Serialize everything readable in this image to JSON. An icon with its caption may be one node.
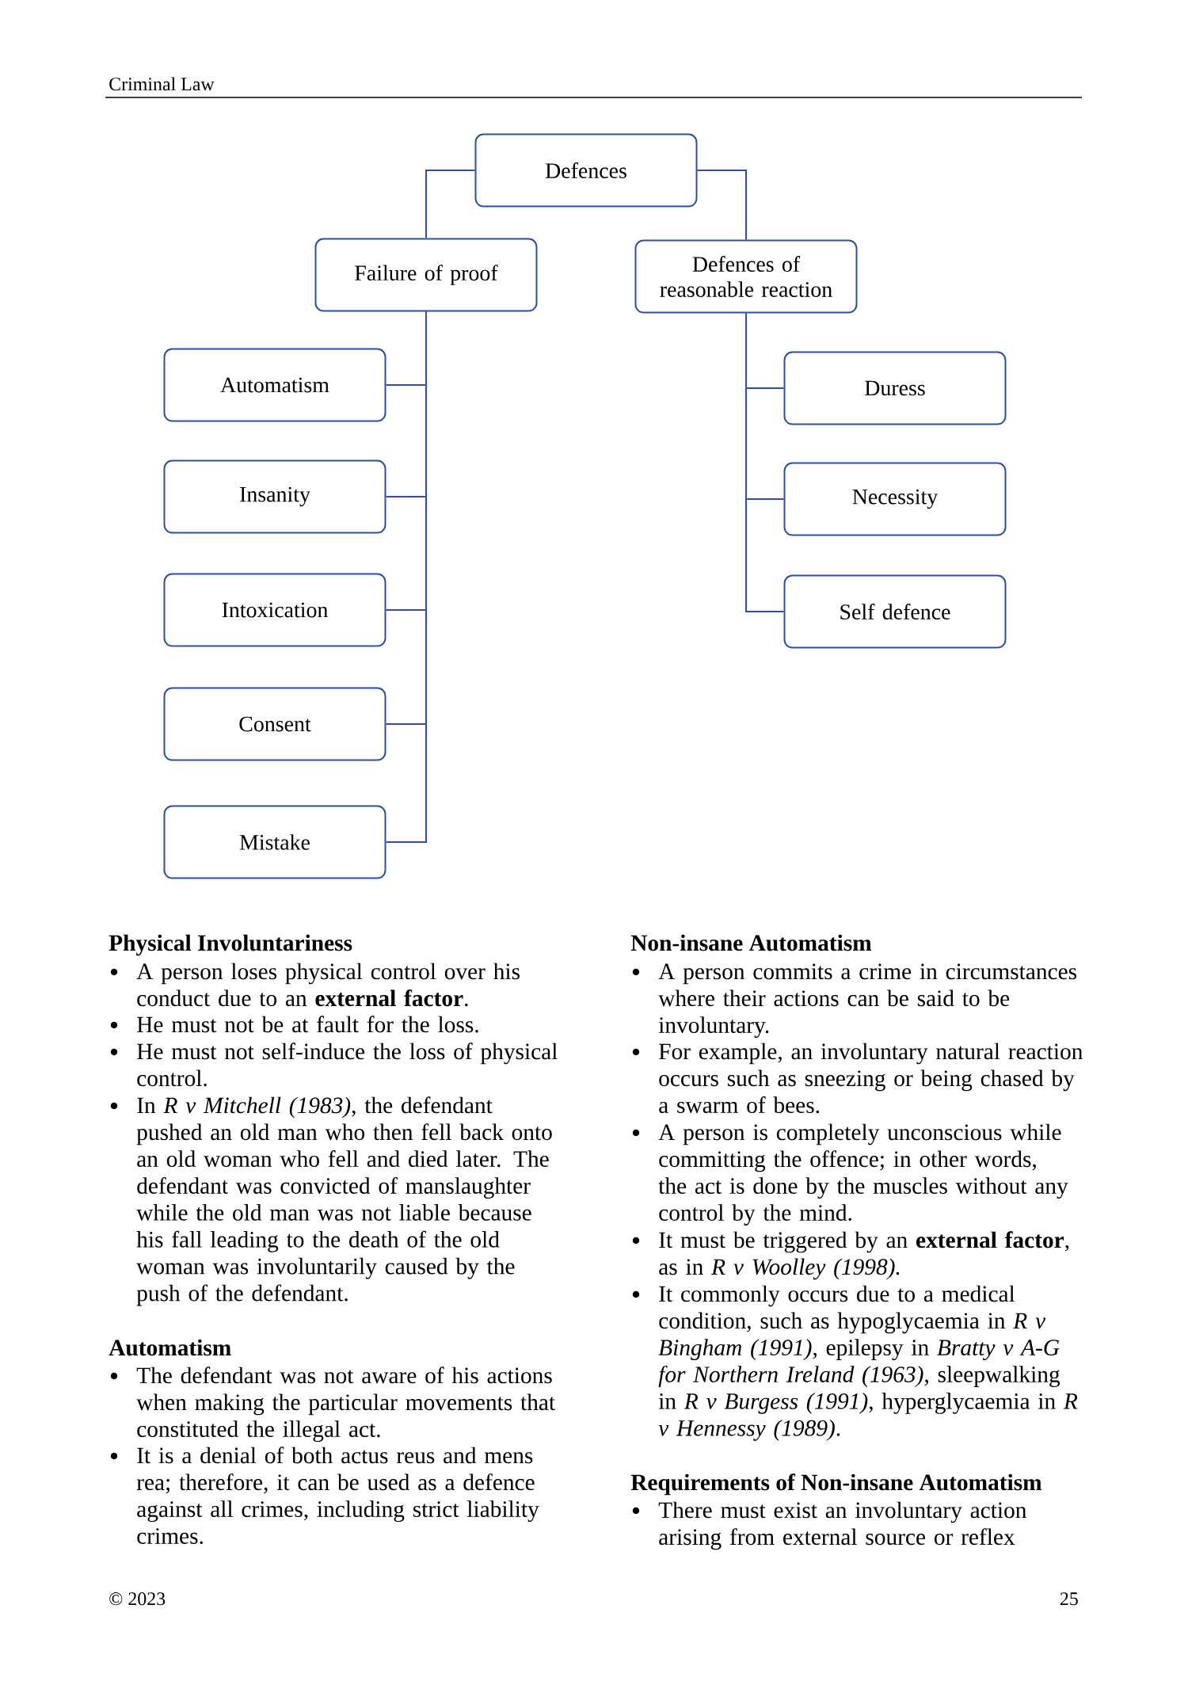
{
  "diagram": {
    "nodes": [
      {
        "text": [
          "Defences"
        ]
      },
      {
        "text": [
          "Failure of proof"
        ]
      },
      {
        "text": [
          "Defences of reasonable reaction"
        ]
      },
      {
        "text": [
          "Automatism"
        ]
      },
      {
        "text": [
          "Insanity"
        ]
      },
      {
        "text": [
          "Intoxication"
        ]
      },
      {
        "text": [
          "Consent"
        ]
      },
      {
        "text": [
          "Mistake"
        ]
      },
      {
        "text": [
          "Duress"
        ]
      },
      {
        "text": [
          "Necessity"
        ]
      },
      {
        "text": [
          "Self defence"
        ]
      }
    ],
    "edges": [
      {
        "from": 0,
        "to": 1,
        "arrow": "none"
      },
      {
        "from": 0,
        "to": 2,
        "arrow": "none"
      },
      {
        "from": 1,
        "to": 3,
        "arrow": "none"
      },
      {
        "from": 1,
        "to": 4,
        "arrow": "none"
      },
      {
        "from": 1,
        "to": 5,
        "arrow": "none"
      },
      {
        "from": 1,
        "to": 6,
        "arrow": "none"
      },
      {
        "from": 1,
        "to": 7,
        "arrow": "none"
      },
      {
        "from": 2,
        "to": 8,
        "arrow": "none"
      },
      {
        "from": 2,
        "to": 9,
        "arrow": "none"
      },
      {
        "from": 2,
        "to": 10,
        "arrow": "none"
      }
    ],
    "labels": [
      "Criminal Law",
      "Physical Involuntariness",
      "A person loses physical control over his conduct due to an **external factor**.",
      "He must not be at fault for the loss.",
      "He must not self-induce the loss of physical control.",
      "In *R v Mitchell (1983)*, the defendant pushed an old man who then fell back onto an old woman who fell and died later. The defendant was convicted of manslaughter while the old man was not liable because his fall leading to the death of the old woman was involuntarily caused by the push of the defendant.",
      "Automatism",
      "The defendant was not aware of his actions when making the particular movements that constituted the illegal act.",
      "It is a denial of both actus reus and mens rea; therefore, it can be used as a defence against all crimes, including strict liability crimes.",
      "Non-insane Automatism",
      "A person commits a crime in circumstances where their actions can be said to be involuntary.",
      "For example, an involuntary natural reaction occurs such as sneezing or being chased by a swarm of bees.",
      "A person is completely unconscious while committing the offence; in other words, the act is done by the muscles without any control by the mind.",
      "It must be triggered by an **external factor**, as in *R v Woolley (1998).*",
      "It commonly occurs due to a medical condition, such as hypoglycaemia in *R v Bingham (1991)*, epilepsy in *Bratty v A-G for Northern Ireland (1963)*, sleepwalking in *R v Burgess (1991)*, hyperglycaemia in *R v Hennessy (1989)*.",
      "Requirements of Non-insane Automatism",
      "There must exist an involuntary action arising from external source or reflex",
      "© 2023",
      "25"
    ]
  }
}
